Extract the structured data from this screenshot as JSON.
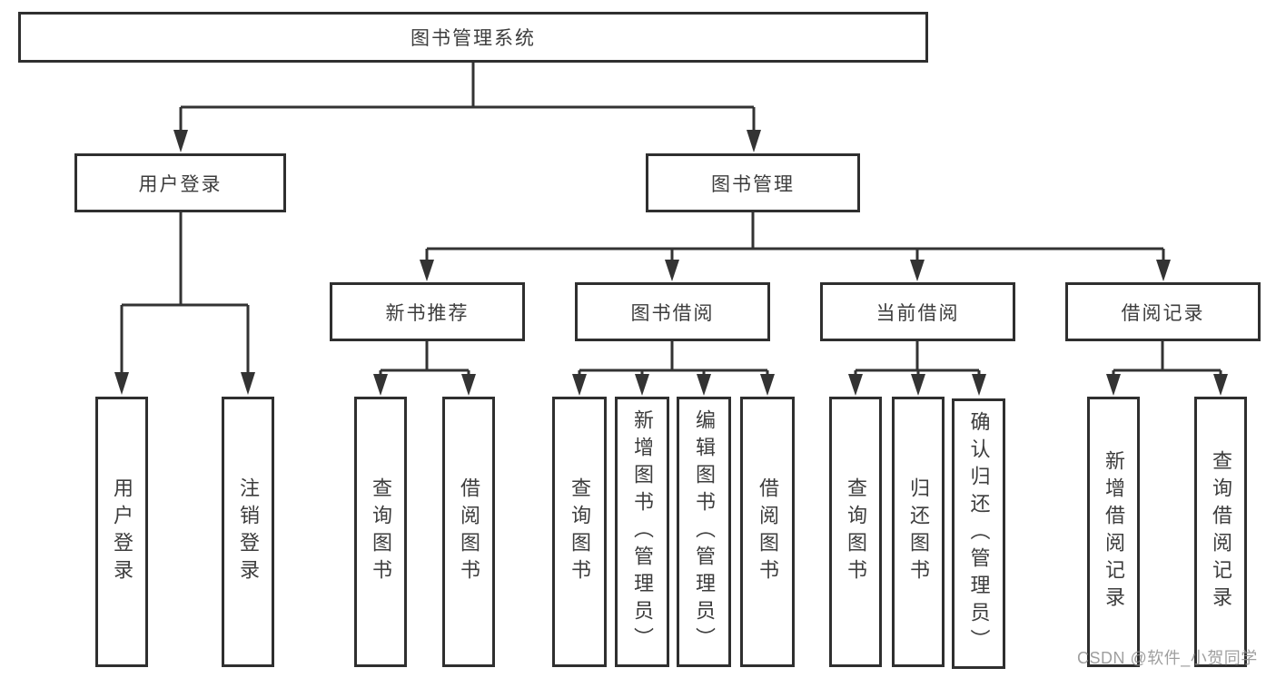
{
  "diagram": {
    "nodes": {
      "root": "图书管理系统",
      "user_login": "用户登录",
      "book_management": "图书管理",
      "new_book_recommend": "新书推荐",
      "book_borrow": "图书借阅",
      "current_borrow": "当前借阅",
      "borrow_record": "借阅记录",
      "leaf_user_login": "用户登录",
      "leaf_logout": "注销登录",
      "leaf_query_book_recommend": "查询图书",
      "leaf_borrow_book_recommend": "借阅图书",
      "leaf_query_book_borrow": "查询图书",
      "leaf_add_book_admin": "新增图书（管理员）",
      "leaf_edit_book_admin": "编辑图书（管理员）",
      "leaf_borrow_book_borrow": "借阅图书",
      "leaf_query_book_current": "查询图书",
      "leaf_return_book": "归还图书",
      "leaf_confirm_return_admin": "确认归还（管理员）",
      "leaf_add_borrow_record": "新增借阅记录",
      "leaf_query_borrow_record": "查询借阅记录"
    },
    "colors": {
      "line": "#333333",
      "box_border": "#2f2f2f",
      "text": "#3d3d3d",
      "watermark": "#8e8e8e",
      "background": "#ffffff"
    }
  },
  "watermark": "CSDN @软件_小贺同学"
}
